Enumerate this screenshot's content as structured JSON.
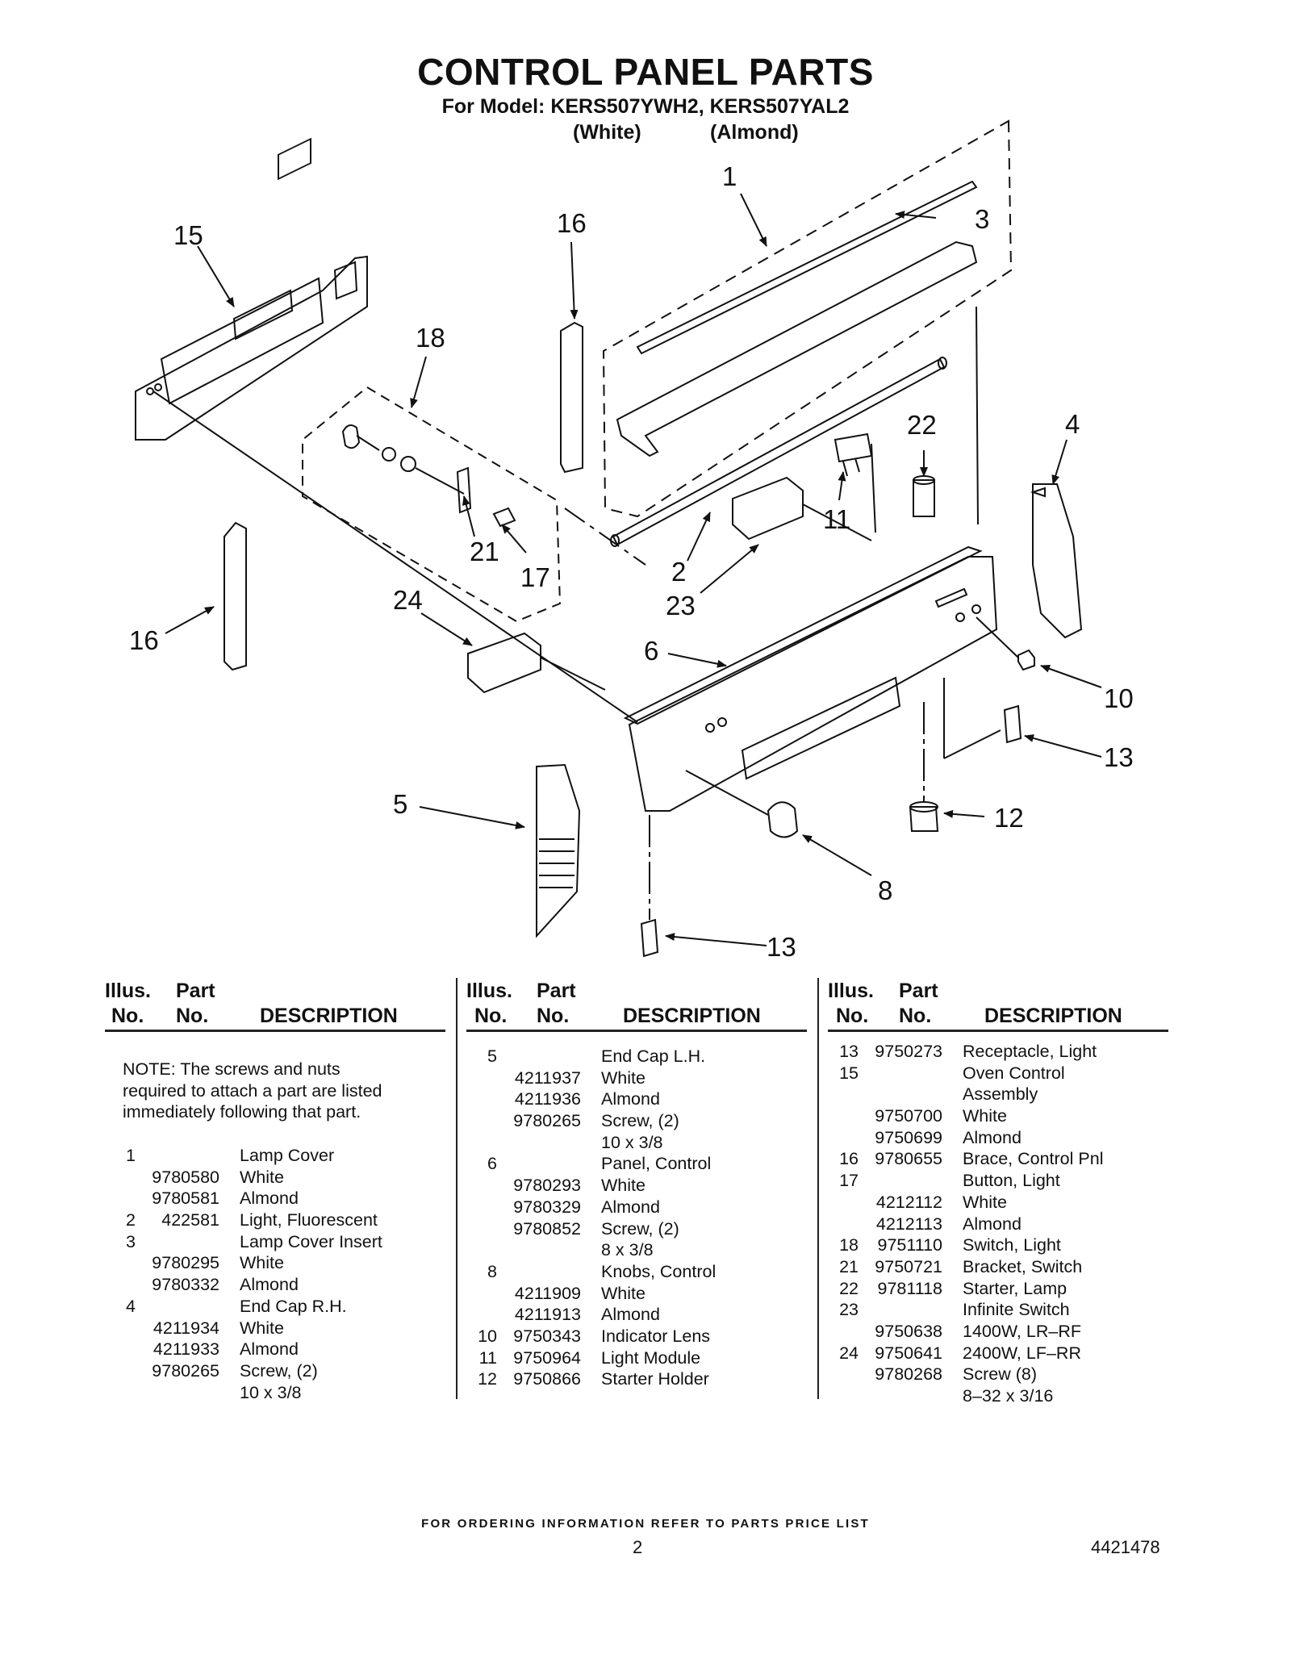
{
  "header": {
    "title": "CONTROL PANEL PARTS",
    "model_line": "For Model: KERS507YWH2, KERS507YAL2",
    "finish_white": "(White)",
    "finish_almond": "(Almond)"
  },
  "callouts": {
    "c1": "1",
    "c3": "3",
    "c15": "15",
    "c16a": "16",
    "c18": "18",
    "c22": "22",
    "c4": "4",
    "c11": "11",
    "c21": "21",
    "c17": "17",
    "c2": "2",
    "c23": "23",
    "c24": "24",
    "c16b": "16",
    "c6": "6",
    "c10": "10",
    "c13a": "13",
    "c5": "5",
    "c12": "12",
    "c8": "8",
    "c13b": "13"
  },
  "table_header": {
    "illus": "Illus.",
    "no": "No.",
    "part": "Part",
    "part_no": "No.",
    "description": "DESCRIPTION"
  },
  "note": "NOTE: The screws and nuts required to attach a part are listed immediately following that part.",
  "columns": [
    [
      {
        "illus": "1",
        "part": "",
        "desc": "Lamp Cover"
      },
      {
        "illus": "",
        "part": "9780580",
        "desc": "White"
      },
      {
        "illus": "",
        "part": "9780581",
        "desc": "Almond"
      },
      {
        "illus": "2",
        "part": "422581",
        "desc": "Light, Fluorescent"
      },
      {
        "illus": "3",
        "part": "",
        "desc": "Lamp Cover Insert"
      },
      {
        "illus": "",
        "part": "9780295",
        "desc": "White"
      },
      {
        "illus": "",
        "part": "9780332",
        "desc": "Almond"
      },
      {
        "illus": "4",
        "part": "",
        "desc": "End Cap R.H."
      },
      {
        "illus": "",
        "part": "4211934",
        "desc": "White"
      },
      {
        "illus": "",
        "part": "4211933",
        "desc": "Almond"
      },
      {
        "illus": "",
        "part": "9780265",
        "desc": "Screw, (2)"
      },
      {
        "illus": "",
        "part": "",
        "desc": "10 x 3/8"
      }
    ],
    [
      {
        "illus": "5",
        "part": "",
        "desc": "End Cap L.H."
      },
      {
        "illus": "",
        "part": "4211937",
        "desc": "White"
      },
      {
        "illus": "",
        "part": "4211936",
        "desc": "Almond"
      },
      {
        "illus": "",
        "part": "9780265",
        "desc": "Screw, (2)"
      },
      {
        "illus": "",
        "part": "",
        "desc": "10 x 3/8"
      },
      {
        "illus": "6",
        "part": "",
        "desc": "Panel, Control"
      },
      {
        "illus": "",
        "part": "9780293",
        "desc": "White"
      },
      {
        "illus": "",
        "part": "9780329",
        "desc": "Almond"
      },
      {
        "illus": "",
        "part": "9780852",
        "desc": "Screw, (2)"
      },
      {
        "illus": "",
        "part": "",
        "desc": "8 x 3/8"
      },
      {
        "illus": "8",
        "part": "",
        "desc": "Knobs, Control"
      },
      {
        "illus": "",
        "part": "4211909",
        "desc": "White"
      },
      {
        "illus": "",
        "part": "4211913",
        "desc": "Almond"
      },
      {
        "illus": "10",
        "part": "9750343",
        "desc": "Indicator Lens"
      },
      {
        "illus": "11",
        "part": "9750964",
        "desc": "Light Module"
      },
      {
        "illus": "12",
        "part": "9750866",
        "desc": "Starter Holder"
      }
    ],
    [
      {
        "illus": "13",
        "part": "9750273",
        "desc": "Receptacle, Light"
      },
      {
        "illus": "15",
        "part": "",
        "desc": "Oven Control"
      },
      {
        "illus": "",
        "part": "",
        "desc": "Assembly"
      },
      {
        "illus": "",
        "part": "9750700",
        "desc": "White"
      },
      {
        "illus": "",
        "part": "9750699",
        "desc": "Almond"
      },
      {
        "illus": "16",
        "part": "9780655",
        "desc": "Brace, Control Pnl"
      },
      {
        "illus": "17",
        "part": "",
        "desc": "Button, Light"
      },
      {
        "illus": "",
        "part": "4212112",
        "desc": "White"
      },
      {
        "illus": "",
        "part": "4212113",
        "desc": "Almond"
      },
      {
        "illus": "18",
        "part": "9751110",
        "desc": "Switch, Light"
      },
      {
        "illus": "21",
        "part": "9750721",
        "desc": "Bracket, Switch"
      },
      {
        "illus": "22",
        "part": "9781118",
        "desc": "Starter, Lamp"
      },
      {
        "illus": "23",
        "part": "",
        "desc": "Infinite Switch"
      },
      {
        "illus": "",
        "part": "9750638",
        "desc": "1400W, LR–RF"
      },
      {
        "illus": "24",
        "part": "9750641",
        "desc": "2400W, LF–RR"
      },
      {
        "illus": "",
        "part": "9780268",
        "desc": "Screw (8)"
      },
      {
        "illus": "",
        "part": "",
        "desc": "8–32 x 3/16"
      }
    ]
  ],
  "footer": {
    "ordering": "FOR ORDERING INFORMATION REFER TO PARTS PRICE LIST",
    "page": "2",
    "doc": "4421478"
  }
}
